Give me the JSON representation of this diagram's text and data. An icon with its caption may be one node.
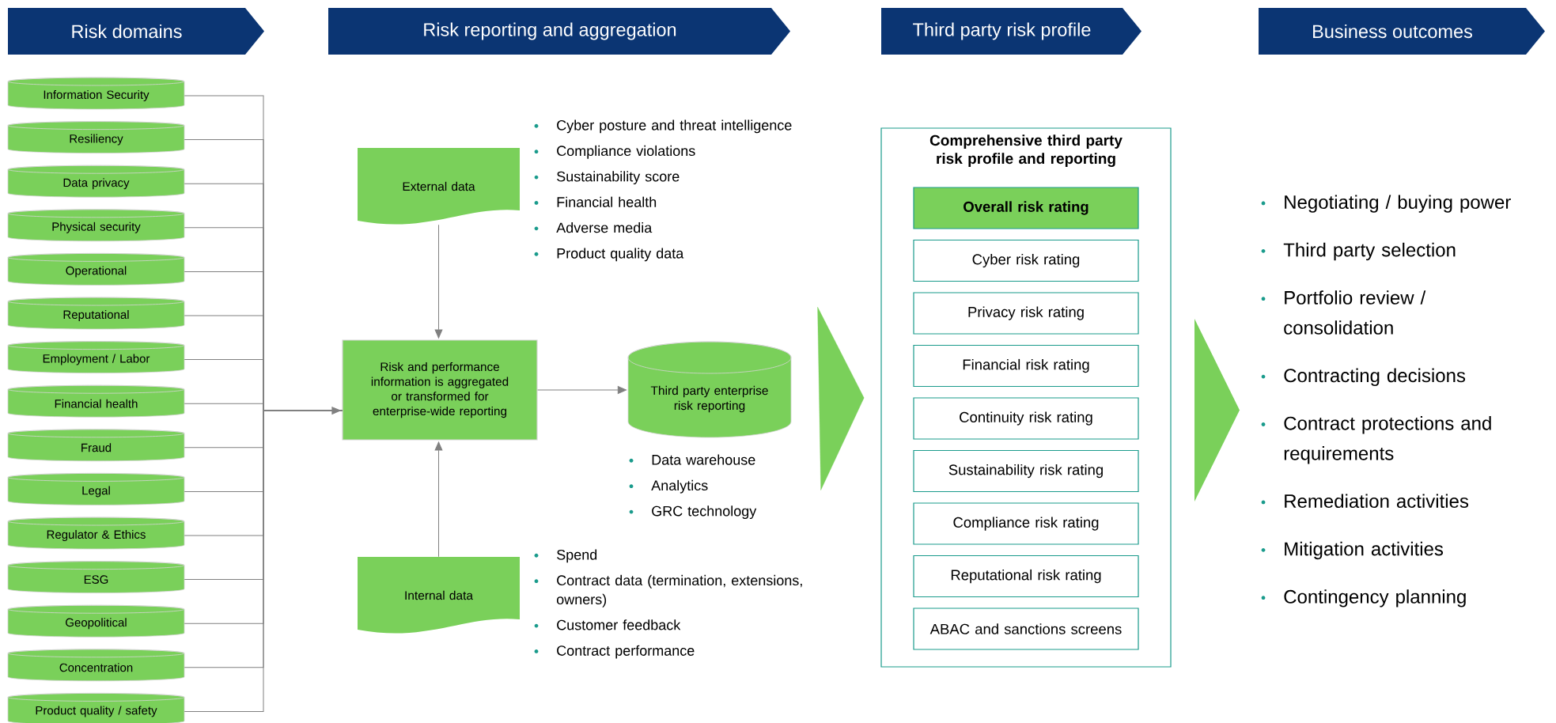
{
  "diagram": {
    "nodes": [
      {
        "text": [
          "Risk domains"
        ]
      },
      {
        "text": [
          "Risk reporting and aggregation"
        ]
      },
      {
        "text": [
          "Third party risk profile"
        ]
      },
      {
        "text": [
          "Business outcomes"
        ]
      },
      {
        "text": [
          "Information Security"
        ]
      },
      {
        "text": [
          "Resiliency"
        ]
      },
      {
        "text": [
          "Data privacy"
        ]
      },
      {
        "text": [
          "Physical security"
        ]
      },
      {
        "text": [
          "Operational"
        ]
      },
      {
        "text": [
          "Reputational"
        ]
      },
      {
        "text": [
          "Employment / Labor"
        ]
      },
      {
        "text": [
          "Financial health"
        ]
      },
      {
        "text": [
          "Fraud"
        ]
      },
      {
        "text": [
          "Legal"
        ]
      },
      {
        "text": [
          "Regulator & Ethics"
        ]
      },
      {
        "text": [
          "ESG"
        ]
      },
      {
        "text": [
          "Geopolitical"
        ]
      },
      {
        "text": [
          "Concentration"
        ]
      },
      {
        "text": [
          "Product quality / safety"
        ]
      },
      {
        "text": [
          "External data"
        ],
        "beside": [
          "Cyber posture and threat intelligence",
          "Compliance violations",
          "Sustainability score",
          "Financial health",
          "Adverse media",
          "Product quality data"
        ]
      },
      {
        "text": [
          "Risk and performance information is aggregated or transformed for enterprise-wide reporting"
        ]
      },
      {
        "text": [
          "Third party enterprise risk reporting"
        ],
        "beside": [
          "Data warehouse",
          "Analytics",
          "GRC technology"
        ]
      },
      {
        "text": [
          "Internal data"
        ],
        "beside": [
          "Spend",
          "Contract data (termination, extensions, owners)",
          "Customer feedback",
          "Contract performance"
        ]
      },
      {
        "text": [
          "Comprehensive third party risk profile and reporting"
        ]
      },
      {
        "text": [
          "Overall risk rating"
        ],
        "in": 23
      },
      {
        "text": [
          "Cyber risk rating"
        ],
        "in": 23
      },
      {
        "text": [
          "Privacy risk rating"
        ],
        "in": 23
      },
      {
        "text": [
          "Financial risk rating"
        ],
        "in": 23
      },
      {
        "text": [
          "Continuity risk rating"
        ],
        "in": 23
      },
      {
        "text": [
          "Sustainability risk rating"
        ],
        "in": 23
      },
      {
        "text": [
          "Compliance risk rating"
        ],
        "in": 23
      },
      {
        "text": [
          "Reputational risk rating"
        ],
        "in": 23
      },
      {
        "text": [
          "ABAC and sanctions screens"
        ],
        "in": 23
      },
      {
        "text": [],
        "shape": "triangle"
      }
    ],
    "edges": [
      {
        "from": 4,
        "to": 20,
        "arrow": "to"
      },
      {
        "from": 5,
        "to": 20,
        "arrow": "to"
      },
      {
        "from": 6,
        "to": 20,
        "arrow": "to"
      },
      {
        "from": 7,
        "to": 20,
        "arrow": "to"
      },
      {
        "from": 8,
        "to": 20,
        "arrow": "to"
      },
      {
        "from": 9,
        "to": 20,
        "arrow": "to"
      },
      {
        "from": 10,
        "to": 20,
        "arrow": "to"
      },
      {
        "from": 11,
        "to": 20,
        "arrow": "to"
      },
      {
        "from": 12,
        "to": 20,
        "arrow": "to"
      },
      {
        "from": 13,
        "to": 20,
        "arrow": "to"
      },
      {
        "from": 14,
        "to": 20,
        "arrow": "to"
      },
      {
        "from": 15,
        "to": 20,
        "arrow": "to"
      },
      {
        "from": 16,
        "to": 20,
        "arrow": "to"
      },
      {
        "from": 17,
        "to": 20,
        "arrow": "to"
      },
      {
        "from": 18,
        "to": 20,
        "arrow": "to"
      },
      {
        "from": 19,
        "to": 20,
        "arrow": "to"
      },
      {
        "from": 22,
        "to": 20,
        "arrow": "to"
      },
      {
        "from": 20,
        "to": 21,
        "arrow": "to"
      },
      {
        "from": 21,
        "to": 23,
        "arrow": "to",
        "style": "thick",
        "color": "#7ad05a"
      }
    ],
    "labels": [
      "Negotiating / buying power",
      "Third party selection",
      "Portfolio review / consolidation",
      "Contracting decisions",
      "Contract protections and requirements",
      "Remediation activities",
      "Mitigation activities",
      "Contingency planning"
    ]
  }
}
